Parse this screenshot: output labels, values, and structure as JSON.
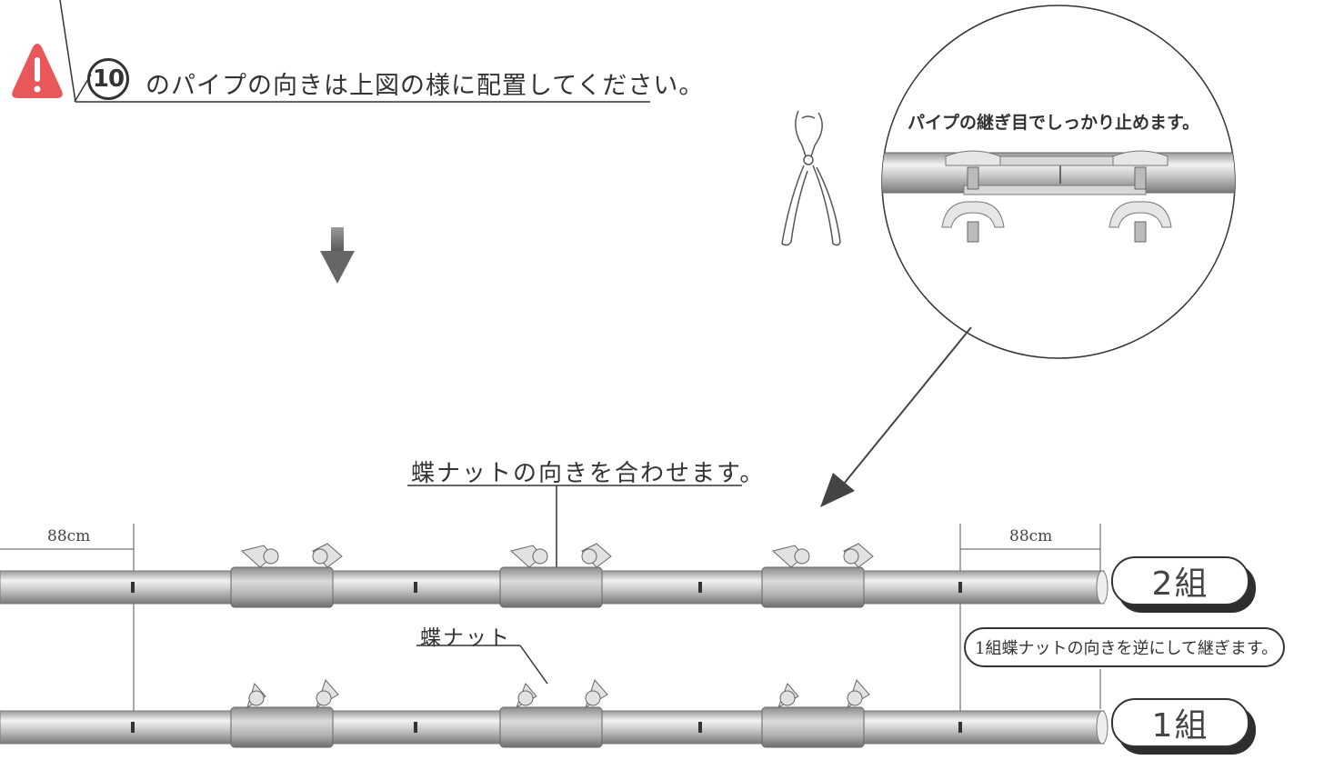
{
  "warning": {
    "step_number": "⑩",
    "step_number_text": "10",
    "text": "のパイプの向きは上図の様に配置してください。",
    "icon": "warning-triangle-icon"
  },
  "detail": {
    "caption": "パイプの継ぎ目でしっかり止めます。",
    "tool_icon": "pliers-icon"
  },
  "labels": {
    "nut_align": "蝶ナットの向きを合わせます。",
    "wing_nut": "蝶ナット",
    "reverse_note": "1組蝶ナットの向きを逆にして継ぎます。"
  },
  "dimensions": {
    "left": "88cm",
    "right": "88cm"
  },
  "sets": {
    "set2": "2組",
    "set1": "1組"
  },
  "colors": {
    "warning_red": "#e8585a",
    "line": "#333333",
    "pipe": "#c8c8c8"
  }
}
